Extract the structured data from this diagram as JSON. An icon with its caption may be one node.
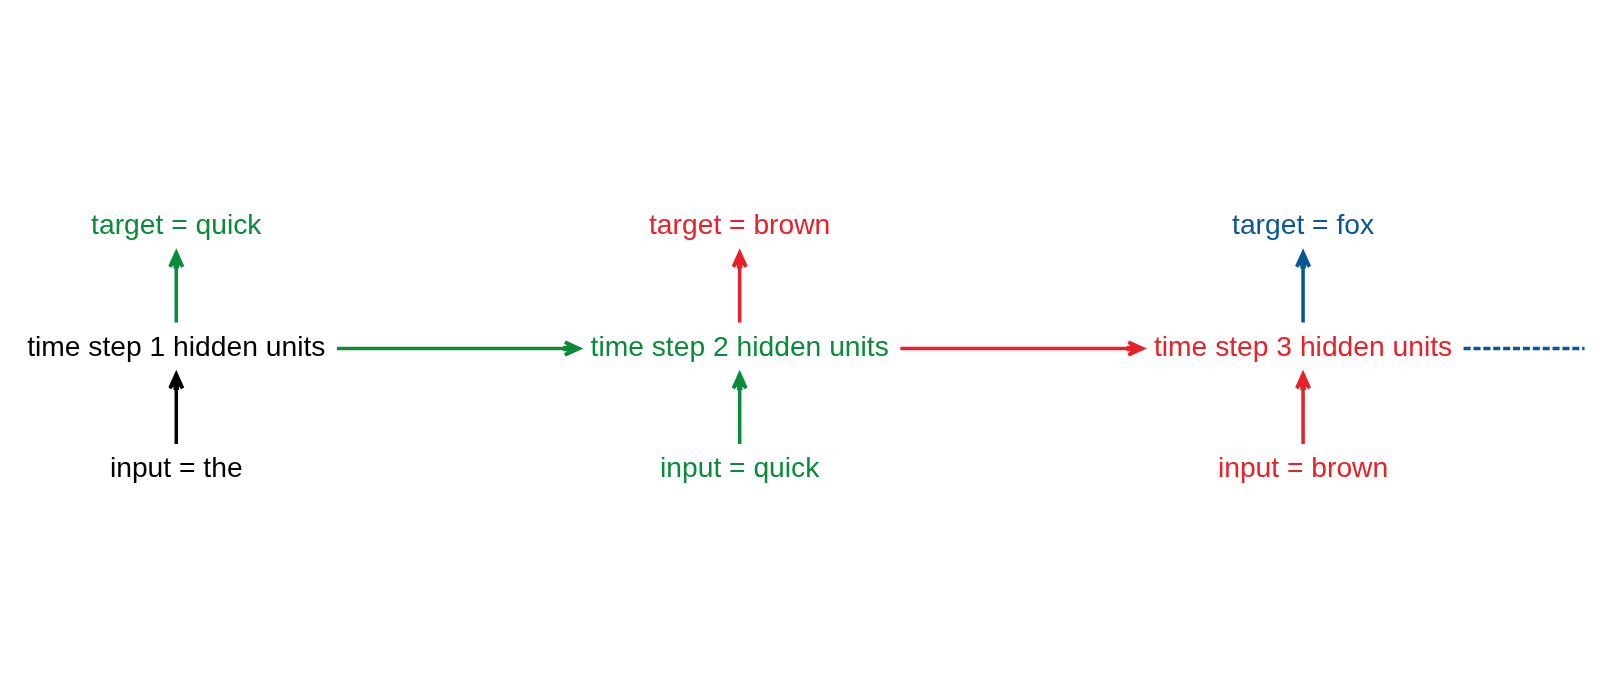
{
  "diagram": {
    "nodes": [
      {
        "text": [
          "target = quick"
        ]
      },
      {
        "text": [
          "time step 1 hidden units"
        ]
      },
      {
        "text": [
          "input = the"
        ]
      },
      {
        "text": [
          "target = brown"
        ]
      },
      {
        "text": [
          "time step 2 hidden units"
        ]
      },
      {
        "text": [
          "input = quick"
        ]
      },
      {
        "text": [
          "target = fox"
        ]
      },
      {
        "text": [
          "time step 3 hidden units"
        ]
      },
      {
        "text": [
          "input = brown"
        ]
      }
    ],
    "edges": [
      {
        "from": 2,
        "to": 1,
        "arrow": "to",
        "color": "#000000"
      },
      {
        "from": 1,
        "to": 0,
        "arrow": "to",
        "color": "#0a8a3a"
      },
      {
        "from": 1,
        "to": 4,
        "arrow": "to",
        "color": "#0a8a3a"
      },
      {
        "from": 5,
        "to": 4,
        "arrow": "to",
        "color": "#0a8a3a"
      },
      {
        "from": 4,
        "to": 3,
        "arrow": "to",
        "color": "#e8202a"
      },
      {
        "from": 4,
        "to": 7,
        "arrow": "to",
        "color": "#e8202a"
      },
      {
        "from": 8,
        "to": 7,
        "arrow": "to",
        "color": "#e8202a"
      },
      {
        "from": 7,
        "to": 6,
        "arrow": "to",
        "color": "#0a5596"
      },
      {
        "from": 7,
        "to": null,
        "arrow": "none",
        "style": "dashed",
        "color": "#0a5596"
      }
    ]
  }
}
